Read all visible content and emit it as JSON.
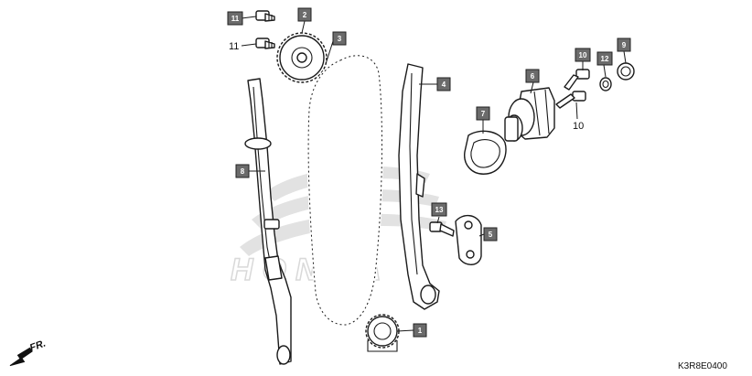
{
  "callouts": {
    "c1": "1",
    "c2": "2",
    "c3": "3",
    "c4": "4",
    "c5": "5",
    "c6": "6",
    "c7": "7",
    "c8": "8",
    "c9": "9",
    "c10": "10",
    "c11": "11",
    "c12": "12",
    "c13": "13"
  },
  "plain_labels": {
    "p10": "10",
    "p11": "11"
  },
  "front_marker": "FR.",
  "reference_code": "K3R8E0400",
  "watermark_text": "HONDA",
  "colors": {
    "callout_fill": "#6b6b6b",
    "callout_text": "#ffffff",
    "line": "#1a1a1a",
    "watermark": "#d9d9d9"
  }
}
